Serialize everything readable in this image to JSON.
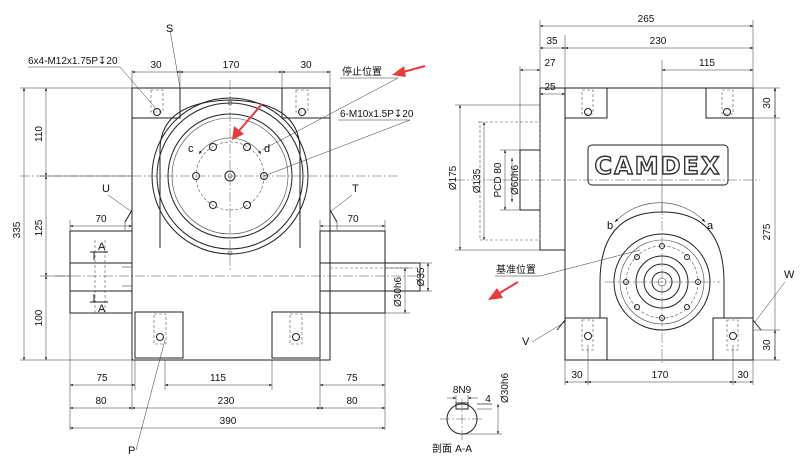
{
  "front": {
    "dims": {
      "d30_left": "30",
      "d170_top": "170",
      "d30_right": "30",
      "d335": "335",
      "d110": "110",
      "d125": "125",
      "d100": "100",
      "d70_left": "70",
      "d70_right": "70",
      "d75_left": "75",
      "d115_bottom": "115",
      "d75_right": "75",
      "d80_left": "80",
      "d230_bottom": "230",
      "d80_right": "80",
      "d390": "390",
      "phi35": "Ø35",
      "phi30h6": "Ø30h6"
    },
    "callouts": {
      "tap1": "6x4-M12x1.75P↧20",
      "tap2": "6-M10x1.5P↧20",
      "stop_position": "停止位置",
      "reference_position": "基准位置"
    },
    "letters": {
      "S": "S",
      "U": "U",
      "T": "T",
      "P": "P",
      "A1": "A",
      "A2": "A",
      "c": "c",
      "d": "d"
    }
  },
  "side": {
    "dims": {
      "d265": "265",
      "d35": "35",
      "d230": "230",
      "d27": "27",
      "d115": "115",
      "d25": "25",
      "d30_r1": "30",
      "phi175": "Ø175",
      "phi135": "Ø135",
      "pcd80": "PCD 80",
      "phi60h6": "Ø60h6",
      "d275": "275",
      "d30_r2": "30",
      "d30_bl": "30",
      "d170_bottom": "170",
      "d30_br": "30"
    },
    "letters": {
      "b": "b",
      "a": "a",
      "V": "V",
      "W": "W"
    },
    "brand": "CAMDEX"
  },
  "section": {
    "key_width": "8N9",
    "key_depth": "4",
    "phi30h6": "Ø30h6",
    "title": "剖面 A-A"
  }
}
